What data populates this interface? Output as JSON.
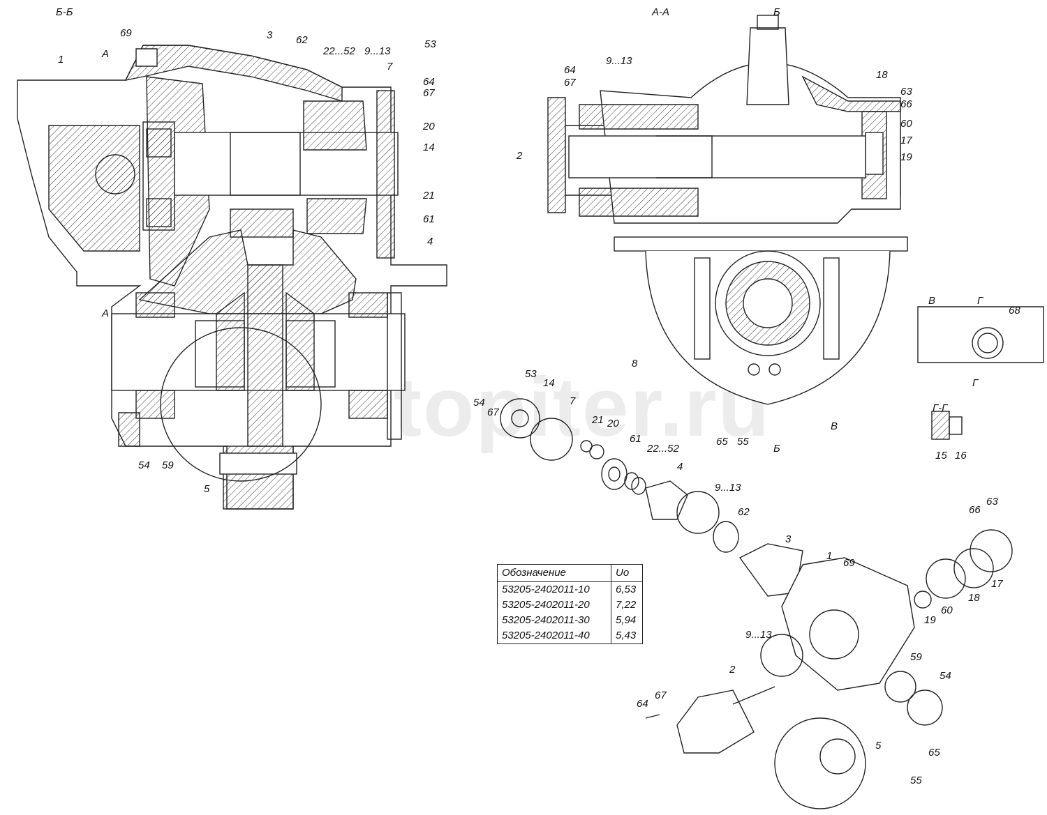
{
  "watermark": "autopiter.ru",
  "table": {
    "headers": [
      "Обозначение",
      "Uo"
    ],
    "rows": [
      [
        "53205-2402011-10",
        "6,53"
      ],
      [
        "53205-2402011-20",
        "7,22"
      ],
      [
        "53205-2402011-30",
        "5,94"
      ],
      [
        "53205-2402011-40",
        "5,43"
      ]
    ]
  },
  "labels": [
    "Б-Б",
    "69",
    "3",
    "62",
    "22...52",
    "9...13",
    "53",
    "1",
    "А",
    "64",
    "67",
    "7",
    "20",
    "14",
    "21",
    "61",
    "4",
    "А",
    "54",
    "59",
    "5",
    "А-А",
    "Б",
    "64",
    "67",
    "9...13",
    "18",
    "63",
    "66",
    "60",
    "17",
    "2",
    "19",
    "8",
    "65",
    "55",
    "Б",
    "В",
    "В",
    "Г",
    "68",
    "Г",
    "Г-Г",
    "15",
    "16",
    "53",
    "14",
    "54",
    "67",
    "7",
    "21",
    "20",
    "61",
    "22...52",
    "4",
    "9...13",
    "62",
    "3",
    "1",
    "69",
    "63",
    "66",
    "17",
    "18",
    "60",
    "19",
    "9...13",
    "59",
    "2",
    "54",
    "67",
    "64",
    "5",
    "55",
    "65"
  ]
}
